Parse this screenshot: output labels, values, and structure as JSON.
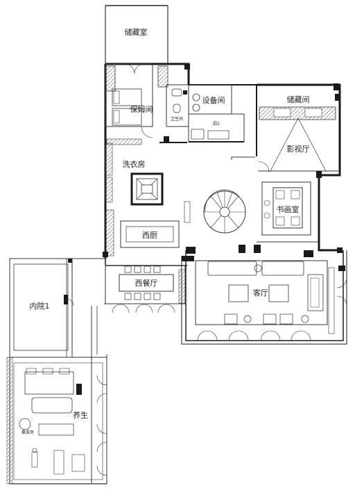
{
  "rooms": {
    "storage_room": "储藏室",
    "nanny_room": "保姆间",
    "equipment_room": "设备间",
    "storage_closet": "储藏间",
    "media_room": "影视厅",
    "laundry": "洗衣房",
    "study": "书画室",
    "western_kitchen": "西厨",
    "western_dining": "西餐厅",
    "living_room": "客厅",
    "inner_courtyard": "内院1",
    "wellness": "养生",
    "bathroom_small": "卫生间",
    "kitchen_small": "厨2",
    "steam_small": "桑拿房"
  },
  "colors": {
    "wall": "#1a1a1a",
    "line": "#333333",
    "hatch": "#555555",
    "background": "#ffffff"
  }
}
